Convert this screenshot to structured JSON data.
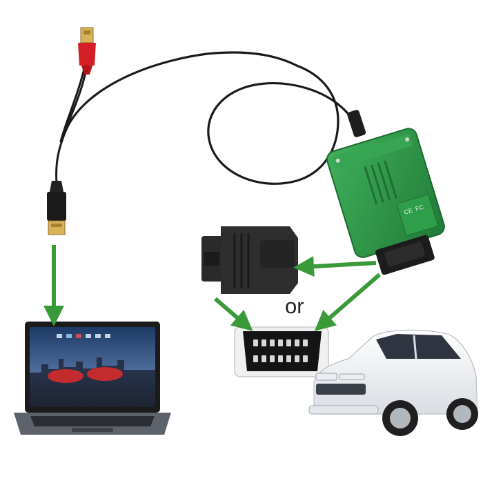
{
  "connector_word": "or",
  "colors": {
    "arrow": "#3a9a3a",
    "device_green": "#2d9a47",
    "cable": "#1a1a1a",
    "usb_red": "#d41f26",
    "usb_gold": "#d8b35a"
  },
  "device_markings": [
    "CE",
    "FC"
  ]
}
